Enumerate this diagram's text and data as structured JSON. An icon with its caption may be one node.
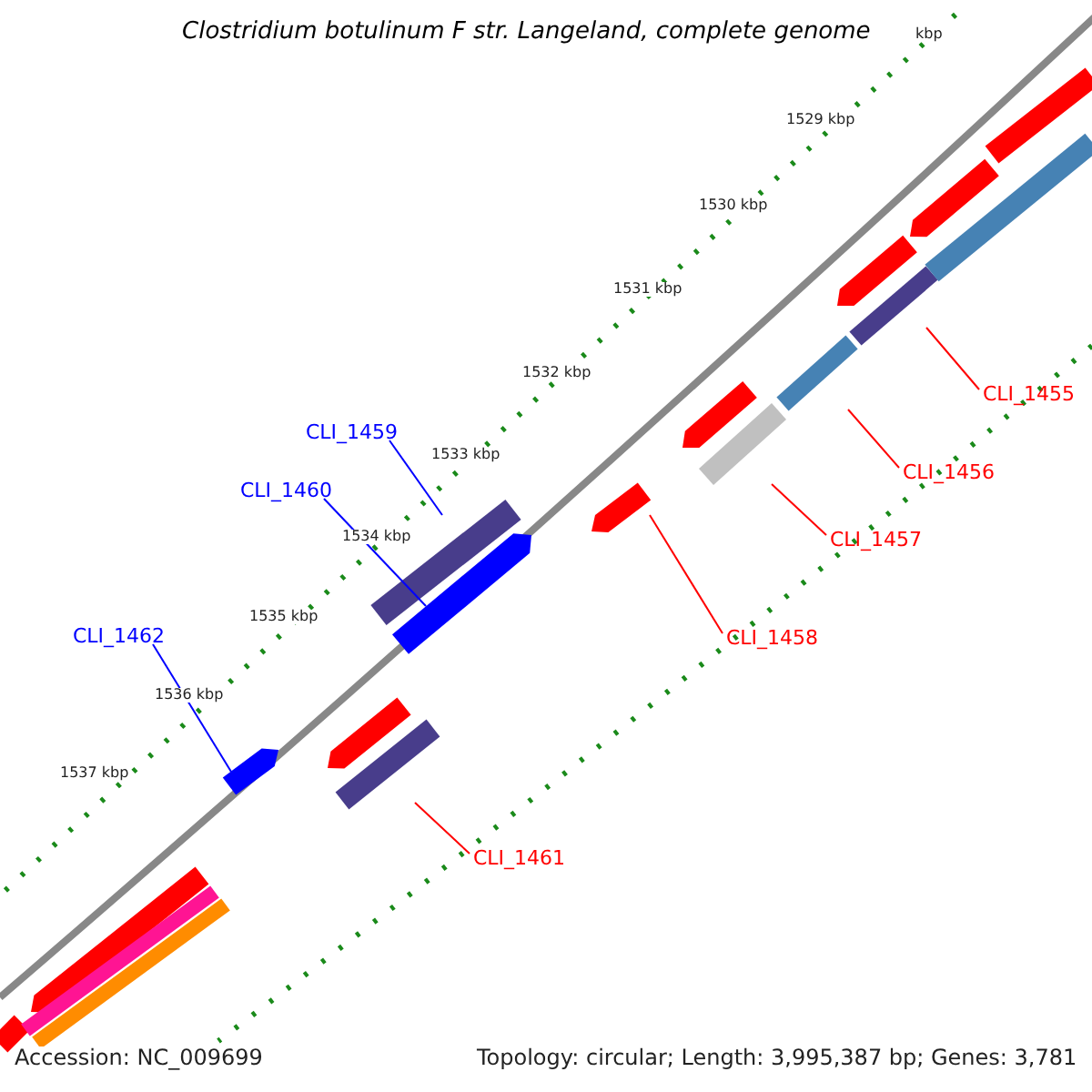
{
  "diagram": {
    "title": "Clostridium botulinum F str. Langeland, complete genome",
    "nodes": [
      {
        "text": [
          "CLI_1455"
        ]
      },
      {
        "text": [
          "CLI_1459"
        ]
      },
      {
        "text": [
          "CLI_1456"
        ]
      },
      {
        "text": [
          "CLI_1460"
        ]
      },
      {
        "text": [
          "CLI_1457"
        ]
      },
      {
        "text": [
          "CLI_1462"
        ]
      },
      {
        "text": [
          "CLI_1458"
        ]
      },
      {
        "text": [
          "CLI_1461"
        ]
      },
      {
        "text": [],
        "shape": "bar"
      },
      {
        "text": [],
        "shape": "bar"
      },
      {
        "text": [],
        "shape": "bar"
      },
      {
        "text": [],
        "shape": "bar"
      },
      {
        "text": [],
        "shape": "bar"
      },
      {
        "text": [],
        "shape": "bar"
      },
      {
        "text": [],
        "shape": "bar"
      },
      {
        "text": [],
        "shape": "bar"
      },
      {
        "text": [],
        "shape": "bar"
      },
      {
        "text": [],
        "shape": "bar"
      },
      {
        "text": [],
        "shape": "bar"
      },
      {
        "text": [],
        "shape": "bar"
      },
      {
        "text": [],
        "shape": "bar"
      },
      {
        "text": [],
        "shape": "bar"
      },
      {
        "text": [],
        "shape": "bar"
      },
      {
        "text": [],
        "shape": "bar"
      },
      {
        "text": [],
        "shape": "bar"
      },
      {
        "text": [],
        "shape": "bar"
      }
    ],
    "edges": [
      {
        "from": 0,
        "to": 8,
        "arrow": "none"
      },
      {
        "from": 1,
        "to": 12,
        "arrow": "none",
        "color": "#0000ff"
      },
      {
        "from": 2,
        "to": 9,
        "arrow": "none"
      },
      {
        "from": 3,
        "to": 13,
        "arrow": "none",
        "color": "#0000ff"
      },
      {
        "from": 4,
        "to": 10,
        "arrow": "none"
      },
      {
        "from": 5,
        "to": 15,
        "arrow": "none",
        "color": "#0000ff"
      },
      {
        "from": 6,
        "to": 11,
        "arrow": "none"
      },
      {
        "from": 7,
        "to": 14,
        "arrow": "none"
      }
    ],
    "labels": [
      "kbp",
      "1529 kbp",
      "1530 kbp",
      "1531 kbp",
      "1532 kbp",
      "1533 kbp",
      "1534 kbp",
      "1535 kbp",
      "1536 kbp",
      "1537 kbp",
      "Accession: NC_009699",
      "Topology: circular; Length: 3,995,387 bp; Genes: 3,781"
    ]
  }
}
